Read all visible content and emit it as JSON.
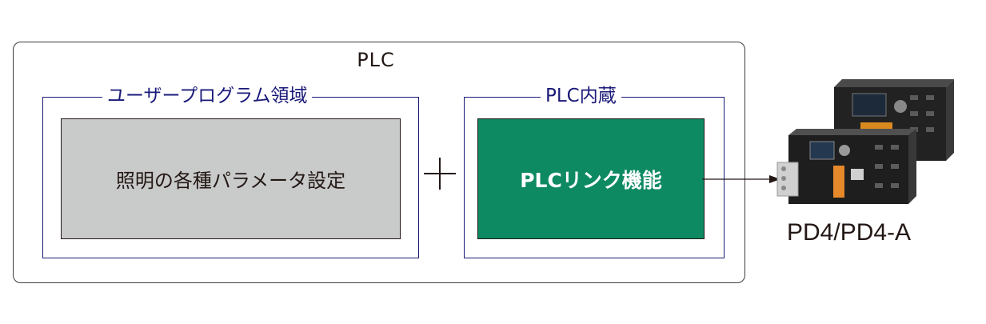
{
  "plc": {
    "title": "PLC"
  },
  "user_program": {
    "label": "ユーザープログラム領域",
    "content": "照明の各種パラメータ設定"
  },
  "plc_builtin": {
    "label": "PLC内蔵",
    "content": "PLCリンク機能"
  },
  "product": {
    "name": "PD4/PD4-A",
    "image_description": "controller-device-image"
  },
  "colors": {
    "gray_box": "#c9caca",
    "green_box": "#0e8a63",
    "group_border": "#1a1a7a"
  }
}
